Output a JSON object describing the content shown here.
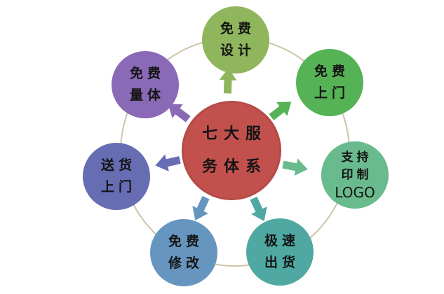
{
  "background": "#ffffff",
  "ring": {
    "color": "#cdc4a9"
  },
  "center": {
    "lines": [
      "七大服",
      "务体系"
    ],
    "color": "#c2514d",
    "text_color": "#141414"
  },
  "nodes": [
    {
      "name": "free-design",
      "lines": [
        "免费",
        "设计"
      ],
      "color": "#8fb65c"
    },
    {
      "name": "free-home-visit",
      "lines": [
        "免费",
        "上门"
      ],
      "color": "#55b255"
    },
    {
      "name": "logo-printing",
      "lines": [
        "支持",
        "印制",
        "LOGO"
      ],
      "color": "#69ba8c"
    },
    {
      "name": "fast-shipping",
      "lines": [
        "极速",
        "出货"
      ],
      "color": "#4fa8a2"
    },
    {
      "name": "free-revision",
      "lines": [
        "免费",
        "修改"
      ],
      "color": "#6696bf"
    },
    {
      "name": "home-delivery",
      "lines": [
        "送货",
        "上门"
      ],
      "color": "#666db3"
    },
    {
      "name": "free-measurement",
      "lines": [
        "免费",
        "量体"
      ],
      "color": "#8a69b6"
    }
  ]
}
